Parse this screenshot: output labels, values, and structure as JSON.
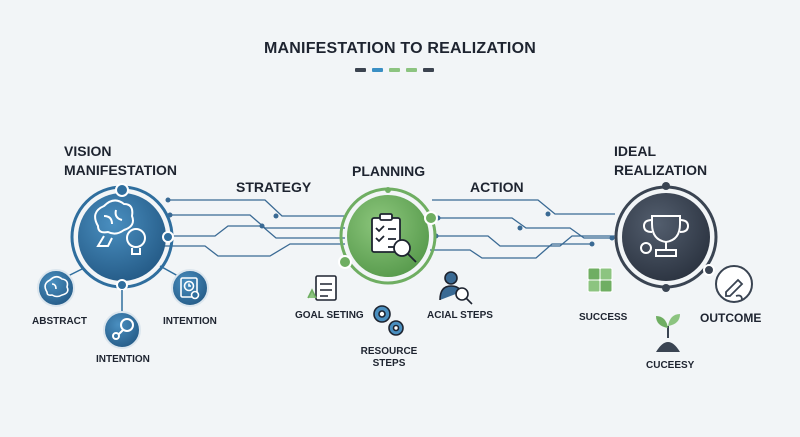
{
  "title": "MANIFESTATION TO REALIZATION",
  "title_dashes": [
    "#3c4450",
    "#3a8fc4",
    "#8cc480",
    "#8cc480",
    "#3c4450"
  ],
  "colors": {
    "blue": "#2f6e9e",
    "green": "#6fae62",
    "dark": "#3a4452",
    "line": "#3a6a94"
  },
  "stages": {
    "vision": [
      "VISION",
      "MANIFESTATION"
    ],
    "planning": "PLANNING",
    "ideal": [
      "IDEAL",
      "REALIZATION"
    ]
  },
  "connectors": {
    "strategy": "STRATEGY",
    "action": "ACTION"
  },
  "vision_items": {
    "abstract": "ABSTRACT",
    "intention_bottom": "INTENTION",
    "intention_right": "INTENTION"
  },
  "planning_items": {
    "goal": "GOAL SETING",
    "resource": [
      "RESOURCE",
      "STEPS"
    ],
    "acial": "ACIAL STEPS"
  },
  "realization_items": {
    "success": "SUCCESS",
    "cuceesy": "CUCEESY",
    "outcome": "OUTCOME"
  }
}
